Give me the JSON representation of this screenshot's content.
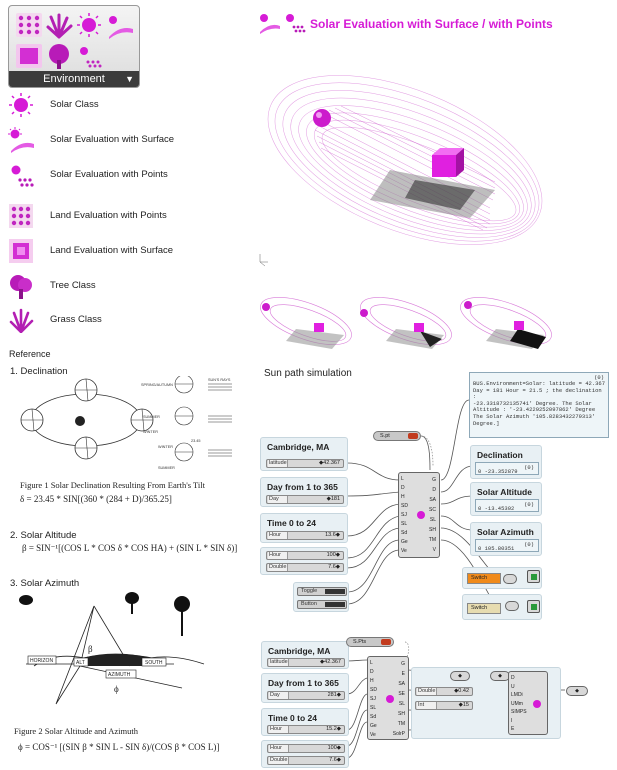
{
  "environment_panel": {
    "title": "Environment"
  },
  "components": [
    {
      "label": "Solar Class",
      "icon": "sun-icon"
    },
    {
      "label": "Solar Evaluation with Surface",
      "icon": "sun-surface-icon"
    },
    {
      "label": "Solar Evaluation with Points",
      "icon": "sun-points-icon"
    },
    {
      "label": "Land Evaluation with Points",
      "icon": "land-points-icon"
    },
    {
      "label": "Land Evaluation with Surface",
      "icon": "land-surface-icon"
    },
    {
      "label": "Tree Class",
      "icon": "tree-icon"
    },
    {
      "label": "Grass Class",
      "icon": "grass-icon"
    }
  ],
  "reference": {
    "label": "Reference",
    "declination": {
      "title": "1. Declination",
      "caption": "Figure 1  Solar Declination Resulting From Earth's Tilt",
      "formula": "δ = 23.45 * SIN[(360 * (284 + D)/365.25]",
      "sketch_labels": [
        "SPRING/AUTUMN",
        "SUMMER",
        "WINTER",
        "SUN'S RAYS",
        "SUMMER",
        "WINTER",
        "23.45"
      ]
    },
    "altitude": {
      "title": "2. Solar Altitude",
      "formula": "β = SIN⁻¹[(COS L * COS δ * COS HA) + (SIN L * SIN δ)]"
    },
    "azimuth": {
      "title": "3. Solar Azimuth",
      "caption": "Figure 2  Solar Altitude and Azimuth",
      "formula": "ϕ = COS⁻¹ [(SIN β * SIN L - SIN δ)/(COS β * COS L)]",
      "sketch_labels": [
        "HORIZON",
        "ALT",
        "AZIMUTH",
        "SOUTH",
        "β",
        "ϕ"
      ]
    }
  },
  "page": {
    "title": "Solar Evaluation with Surface / with Points",
    "sim_label": "Sun path simulation"
  },
  "graph1": {
    "location": {
      "title": "Cambridge, MA",
      "slider_name": "latitude",
      "slider_value": "◆42.367"
    },
    "day": {
      "title": "Day from 1 to 365",
      "slider_name": "Day",
      "slider_value": "◆181"
    },
    "time": {
      "title": "Time 0 to 24",
      "slider_name": "Hour",
      "slider_value": "13.6◆"
    },
    "misc_sliders": [
      {
        "name": "Hour",
        "value": "100◆"
      },
      {
        "name": "Double",
        "value": "7.6◆"
      }
    ],
    "toggles": [
      {
        "name": "Toggle"
      },
      {
        "name": "Button"
      }
    ],
    "pill": "S.pt",
    "inputs": [
      "L",
      "D",
      "H",
      "SD",
      "SJ",
      "SL",
      "Sd",
      "Ge",
      "Ve"
    ],
    "outputs": [
      "G",
      "D",
      "SA",
      "SC",
      "SL",
      "SH",
      "TM",
      "V"
    ],
    "declination": {
      "title": "Declination",
      "index": "(0)",
      "value": "0 -23.352879"
    },
    "altitude": {
      "title": "Solar Altitude",
      "index": "(0)",
      "value": "0 -13.45302"
    },
    "azimuth": {
      "title": "Solar Azimuth",
      "index": "(0)",
      "value": "0 105.80351"
    },
    "info_panel": {
      "index": "(0)",
      "lines": [
        "BUS.Environment=Solar: latitude = 42.367",
        "Day = 181 Hour = 21.5 ; the declination :",
        "-23.3318732135741' Degree. The Solar",
        "Altitude : '-23.4229252097862' Degree",
        "The Solar Azimuth '105.8283432279313'",
        "Degree.]"
      ]
    },
    "switches": [
      {
        "name": "Switch"
      },
      {
        "name": "Switch"
      }
    ]
  },
  "graph2": {
    "location": {
      "title": "Cambridge, MA",
      "slider_name": "latitude",
      "slider_value": "◆42.367"
    },
    "day": {
      "title": "Day from 1 to 365",
      "slider_name": "Day",
      "slider_value": "281◆"
    },
    "time": {
      "title": "Time 0 to 24",
      "slider_name": "Hour",
      "slider_value": "15.2◆"
    },
    "misc_sliders": [
      {
        "name": "Hour",
        "value": "100◆"
      },
      {
        "name": "Double",
        "value": "7.6◆"
      }
    ],
    "pill": "S.Pts",
    "inputs": [
      "L",
      "D",
      "H",
      "SD",
      "SJ",
      "SL",
      "Sd",
      "Ge",
      "Ve"
    ],
    "outputs": [
      "G",
      "E",
      "SA",
      "SE",
      "SL",
      "SH",
      "TM",
      "SolrP"
    ],
    "extra_sliders": [
      {
        "name": "Double",
        "value": "◆0.42"
      },
      {
        "name": "Int",
        "value": "◆15"
      }
    ],
    "mid_ports": [
      "D",
      "U",
      "LMDi",
      "UMm",
      "SIMPS",
      "I",
      "E"
    ]
  }
}
